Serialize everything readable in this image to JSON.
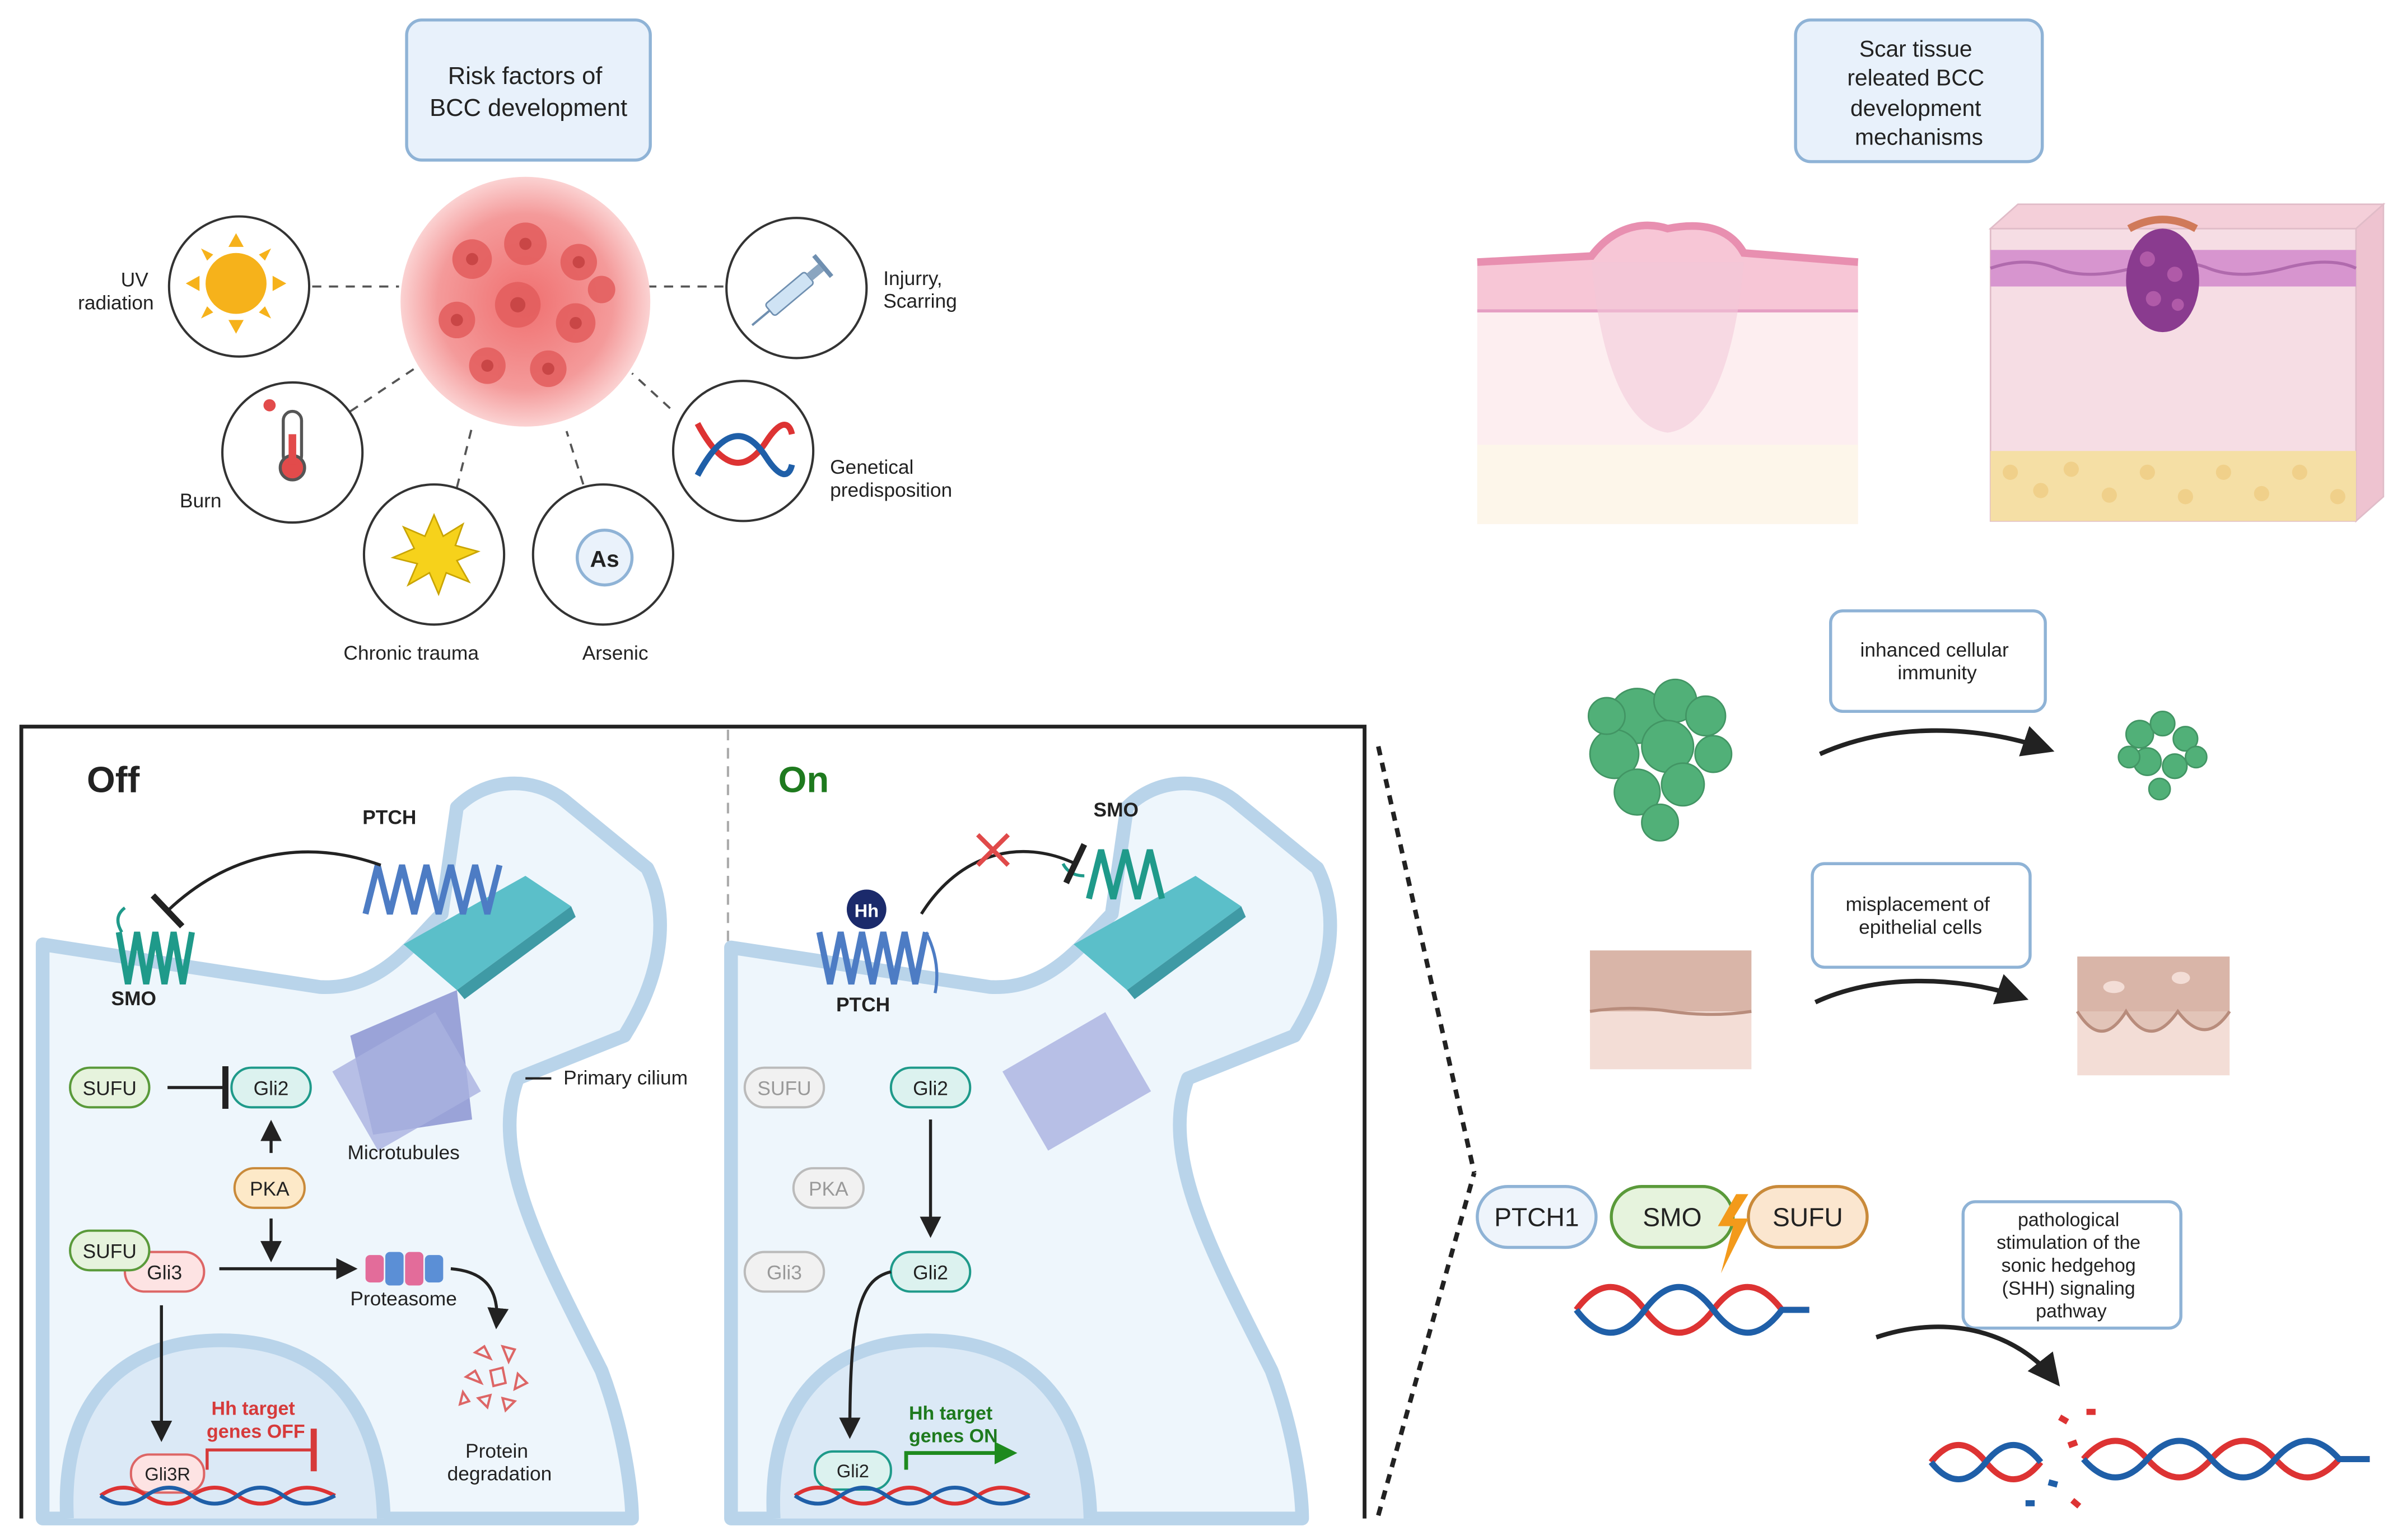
{
  "risk_factors": {
    "title": [
      "Risk factors of",
      "BCC development"
    ],
    "uv": [
      "UV",
      "radiation"
    ],
    "injury": [
      "Injurry,",
      "Scarring"
    ],
    "burn": "Burn",
    "genetic": [
      "Genetical",
      "predisposition"
    ],
    "trauma": "Chronic trauma",
    "arsenic": "Arsenic",
    "arsenic_symbol": "As"
  },
  "scar": {
    "title": [
      "Scar tissue",
      "releated BCC",
      "development",
      "mechanisms"
    ],
    "immunity": [
      "inhanced cellular",
      "immunity"
    ],
    "misplacement": [
      "misplacement of",
      "epithelial cells"
    ],
    "pathological": [
      "pathological",
      "stimulation of the",
      "sonic hedgehog",
      "(SHH) signaling",
      "pathway"
    ],
    "genes": [
      "PTCH1",
      "SMO",
      "SUFU"
    ]
  },
  "off": {
    "title": "Off",
    "ptch": "PTCH",
    "smo": "SMO",
    "sufu": "SUFU",
    "gli2": "Gli2",
    "pka": "PKA",
    "gli3": "Gli3",
    "proteasome": "Proteasome",
    "protein_degradation": [
      "Protein",
      "degradation"
    ],
    "gli3r": "Gli3R",
    "target_off": [
      "Hh target",
      "genes OFF"
    ],
    "microtubules": "Microtubules",
    "primary_cilium": "Primary cilium"
  },
  "on": {
    "title": "On",
    "smo": "SMO",
    "hh": "Hh",
    "ptch": "PTCH",
    "sufu": "SUFU",
    "gli2_top": "Gli2",
    "pka": "PKA",
    "gli3": "Gli3",
    "gli2_mid": "Gli2",
    "gli2_nuc": "Gli2",
    "target_on": [
      "Hh target",
      "genes ON"
    ]
  },
  "colors": {
    "box_fill": "#e8f1fb",
    "box_stroke": "#8fb3d6",
    "cell_fill": "#eef6fc",
    "cell_stroke": "#b9d4ea",
    "green_label": "#1e7a1e",
    "red_label": "#d63a3a",
    "teal": "#1f9a8a",
    "ptch_blue": "#4d7cc4"
  }
}
